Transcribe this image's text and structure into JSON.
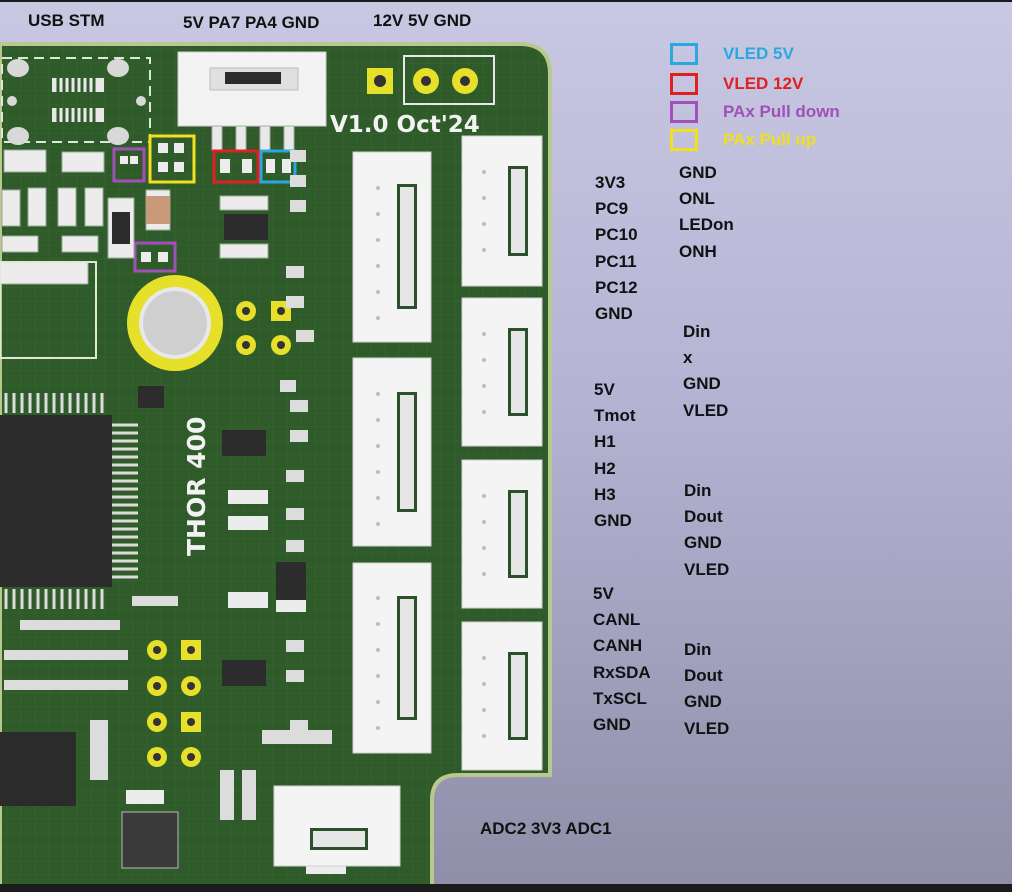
{
  "header_labels": {
    "usb_stm": "USB STM",
    "pins_5v_pa7_pa4_gnd": "5V PA7 PA4 GND",
    "pins_12v_5v_gnd": "12V 5V GND"
  },
  "board": {
    "version_text": "V1.0 Oct'24",
    "model_text": "THOR 400"
  },
  "legend": [
    {
      "label": "VLED 5V",
      "color": "#29a8e0"
    },
    {
      "label": "VLED 12V",
      "color": "#e02020"
    },
    {
      "label": "PAx Pull down",
      "color": "#a050b8"
    },
    {
      "label": "PAx Pull up",
      "color": "#f0e020"
    }
  ],
  "pinouts": {
    "conn_a_left": [
      "3V3",
      "PC9",
      "PC10",
      "PC11",
      "PC12",
      "GND"
    ],
    "conn_a_right": [
      "GND",
      "ONL",
      "LEDon",
      "ONH"
    ],
    "conn_b_right": [
      "Din",
      "x",
      "GND",
      "VLED"
    ],
    "conn_c_left": [
      "5V",
      "Tmot",
      "H1",
      "H2",
      "H3",
      "GND"
    ],
    "conn_c_right": [
      "Din",
      "Dout",
      "GND",
      "VLED"
    ],
    "conn_d_left": [
      "5V",
      "CANL",
      "CANH",
      "RxSDA",
      "TxSCL",
      "GND"
    ],
    "conn_d_right": [
      "Din",
      "Dout",
      "GND",
      "VLED"
    ]
  },
  "bottom_labels": {
    "adc_pins": "ADC2 3V3 ADC1"
  },
  "colors": {
    "pcb_green": "#2f5a2a",
    "pcb_edge": "#b8c98a",
    "connector_white": "#f4f4f4",
    "pad_gold": "#e6e02a"
  }
}
